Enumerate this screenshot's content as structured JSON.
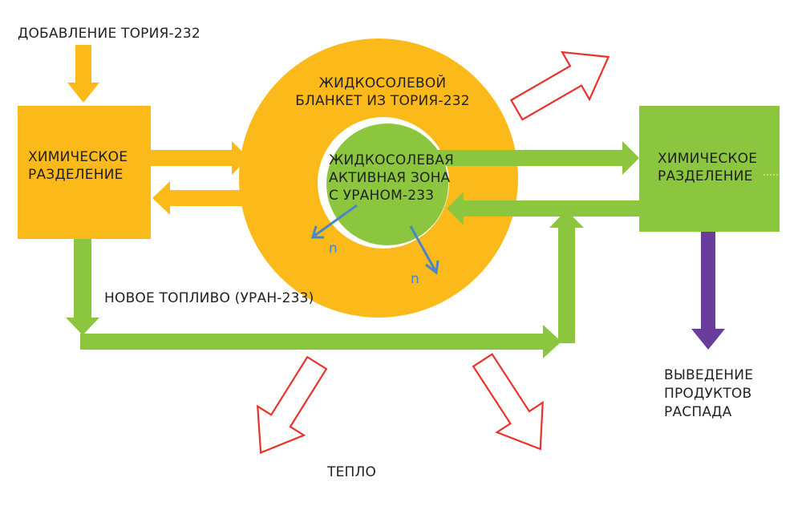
{
  "colors": {
    "orange": "#FCBA1A",
    "green": "#8CC63F",
    "purple": "#6A3C9C",
    "red": "#E8332A",
    "blue": "#4A86C5",
    "text": "#222222"
  },
  "labels": {
    "thorium_addition": "ДОБАВЛЕНИЕ ТОРИЯ-232",
    "chem_sep_left": [
      "ХИМИЧЕСКОЕ",
      "РАЗДЕЛЕНИЕ"
    ],
    "blanket": [
      "ЖИДКОСОЛЕВОЙ",
      "БЛАНКЕТ ИЗ ТОРИЯ-232"
    ],
    "core": [
      "ЖИДКОСОЛЕВАЯ",
      "АКТИВНАЯ ЗОНА",
      "С УРАНОМ-233"
    ],
    "chem_sep_right": [
      "ХИМИЧЕСКОЕ",
      "РАЗДЕЛЕНИЕ"
    ],
    "new_fuel": "НОВОЕ ТОПЛИВО (УРАН-233)",
    "fission_products": [
      "ВЫВЕДЕНИЕ",
      "ПРОДУКТОВ",
      "РАСПАДА"
    ],
    "heat": "ТЕПЛО",
    "neutron_1": "n",
    "neutron_2": "n"
  }
}
